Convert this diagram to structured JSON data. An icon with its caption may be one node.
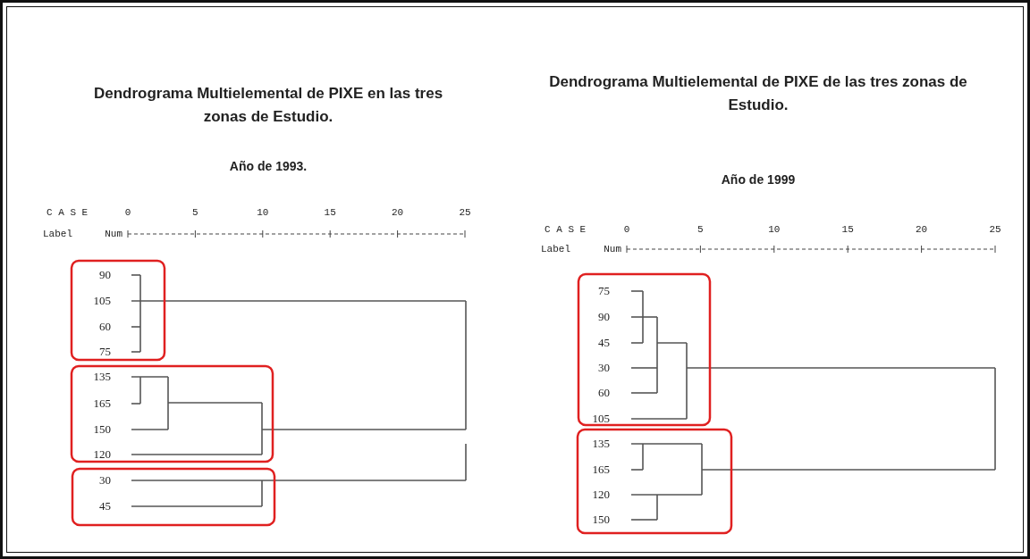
{
  "diagram": {
    "labels": [
      "Dendrograma Multielemental de PIXE en las tres zonas de Estudio.",
      "Año de 1993.",
      "C A S E",
      "0",
      "5",
      "10",
      "15",
      "20",
      "25",
      "Label",
      "Num",
      "90",
      "105",
      "60",
      "75",
      "135",
      "165",
      "150",
      "120",
      "30",
      "45",
      "Dendrograma Multielemental de PIXE de las tres zonas de Estudio.",
      "Año de 1999",
      "C A S E",
      "0",
      "5",
      "10",
      "15",
      "20",
      "25",
      "Label",
      "Num",
      "75",
      "90",
      "45",
      "30",
      "60",
      "105",
      "135",
      "165",
      "120",
      "150"
    ]
  }
}
